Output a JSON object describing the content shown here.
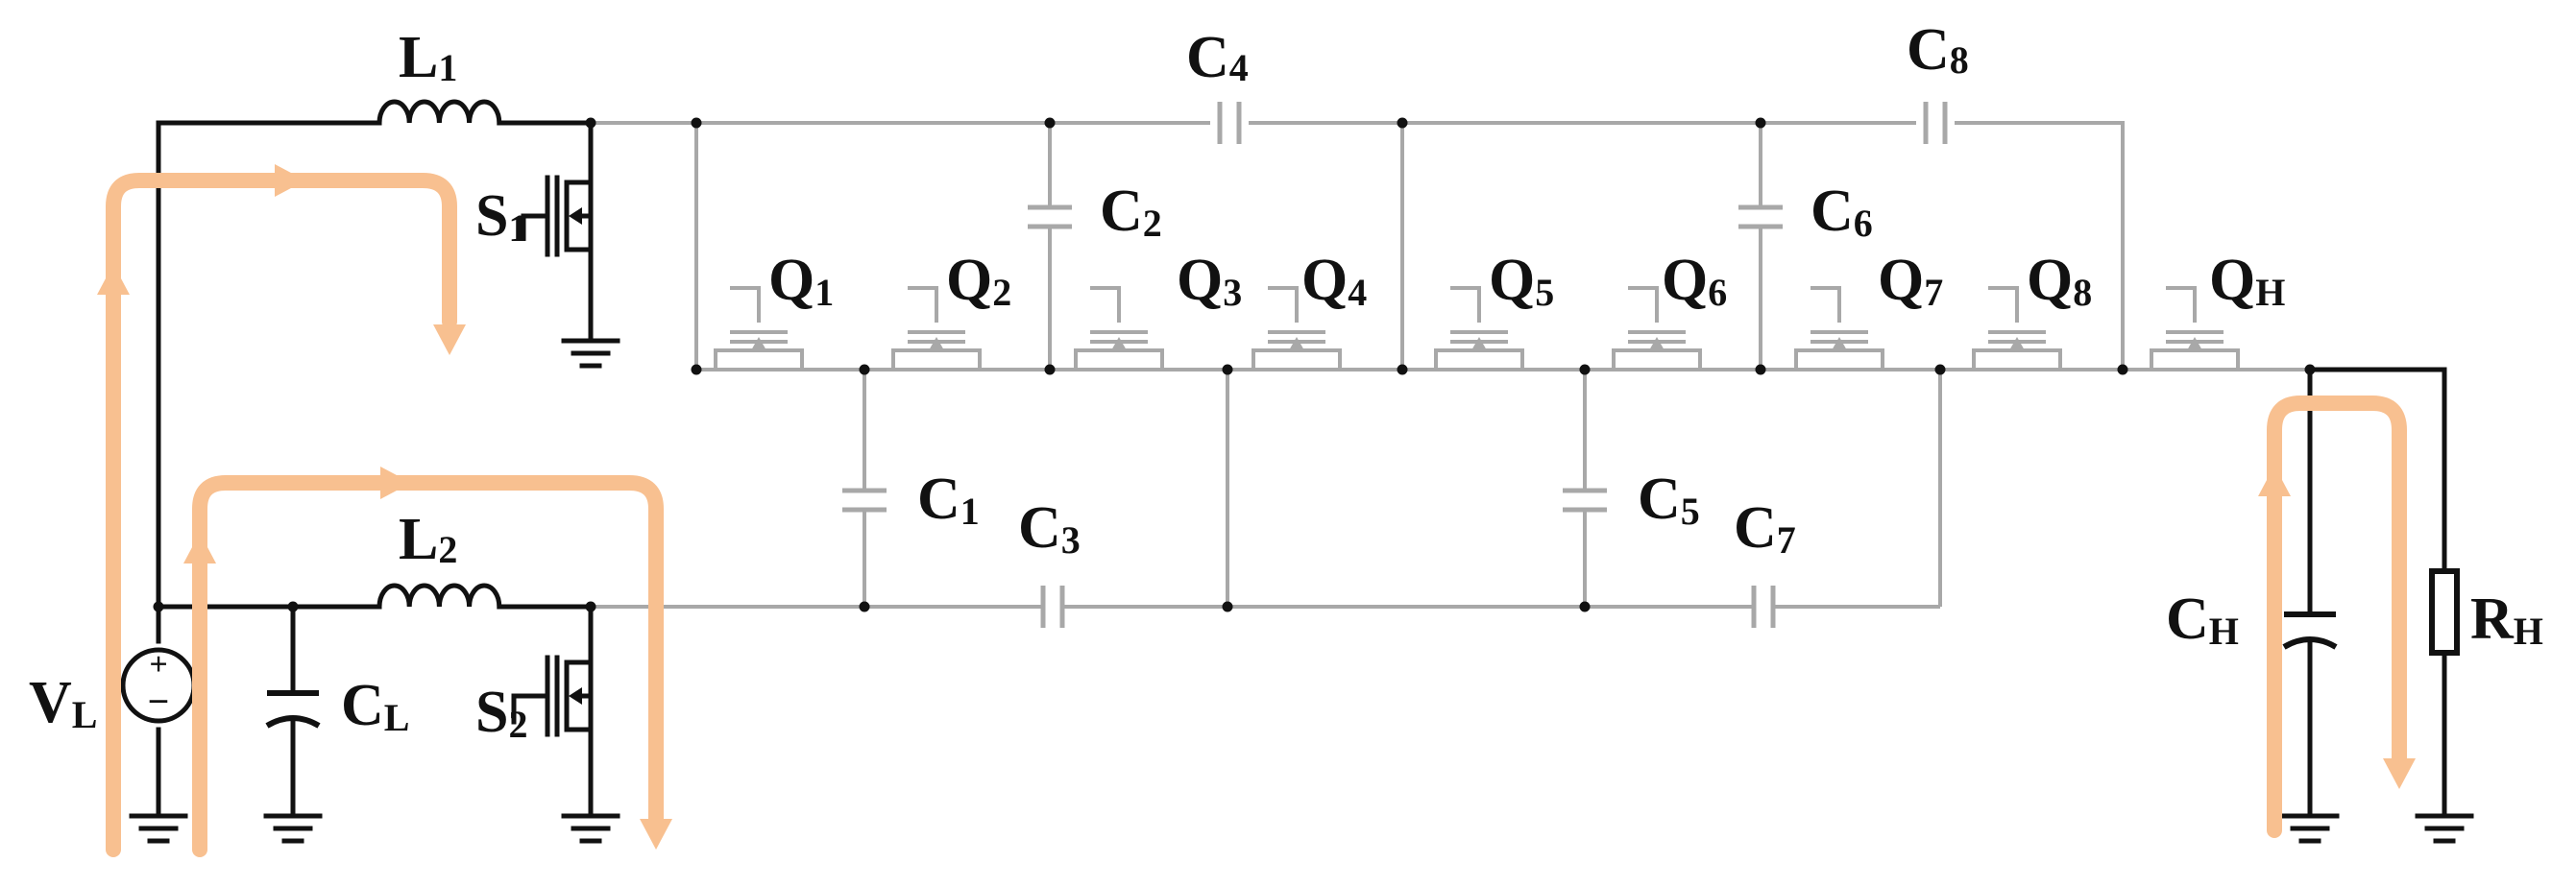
{
  "labels": {
    "L1": {
      "main": "L",
      "sub": "1"
    },
    "L2": {
      "main": "L",
      "sub": "2"
    },
    "S1": {
      "main": "S",
      "sub": "1"
    },
    "S2": {
      "main": "S",
      "sub": "2"
    },
    "VL": {
      "main": "V",
      "sub": "L"
    },
    "CL": {
      "main": "C",
      "sub": "L"
    },
    "C1": {
      "main": "C",
      "sub": "1"
    },
    "C2": {
      "main": "C",
      "sub": "2"
    },
    "C3": {
      "main": "C",
      "sub": "3"
    },
    "C4": {
      "main": "C",
      "sub": "4"
    },
    "C5": {
      "main": "C",
      "sub": "5"
    },
    "C6": {
      "main": "C",
      "sub": "6"
    },
    "C7": {
      "main": "C",
      "sub": "7"
    },
    "C8": {
      "main": "C",
      "sub": "8"
    },
    "Q1": {
      "main": "Q",
      "sub": "1"
    },
    "Q2": {
      "main": "Q",
      "sub": "2"
    },
    "Q3": {
      "main": "Q",
      "sub": "3"
    },
    "Q4": {
      "main": "Q",
      "sub": "4"
    },
    "Q5": {
      "main": "Q",
      "sub": "5"
    },
    "Q6": {
      "main": "Q",
      "sub": "6"
    },
    "Q7": {
      "main": "Q",
      "sub": "7"
    },
    "Q8": {
      "main": "Q",
      "sub": "8"
    },
    "QH": {
      "main": "Q",
      "sub": "H"
    },
    "CH": {
      "main": "C",
      "sub": "H"
    },
    "RH": {
      "main": "R",
      "sub": "H"
    }
  },
  "source_signs": {
    "plus": "+",
    "minus": "−"
  },
  "colors": {
    "wire_black": "#111111",
    "wire_gray": "#a8a8a8",
    "current_path": "#f8c090"
  }
}
